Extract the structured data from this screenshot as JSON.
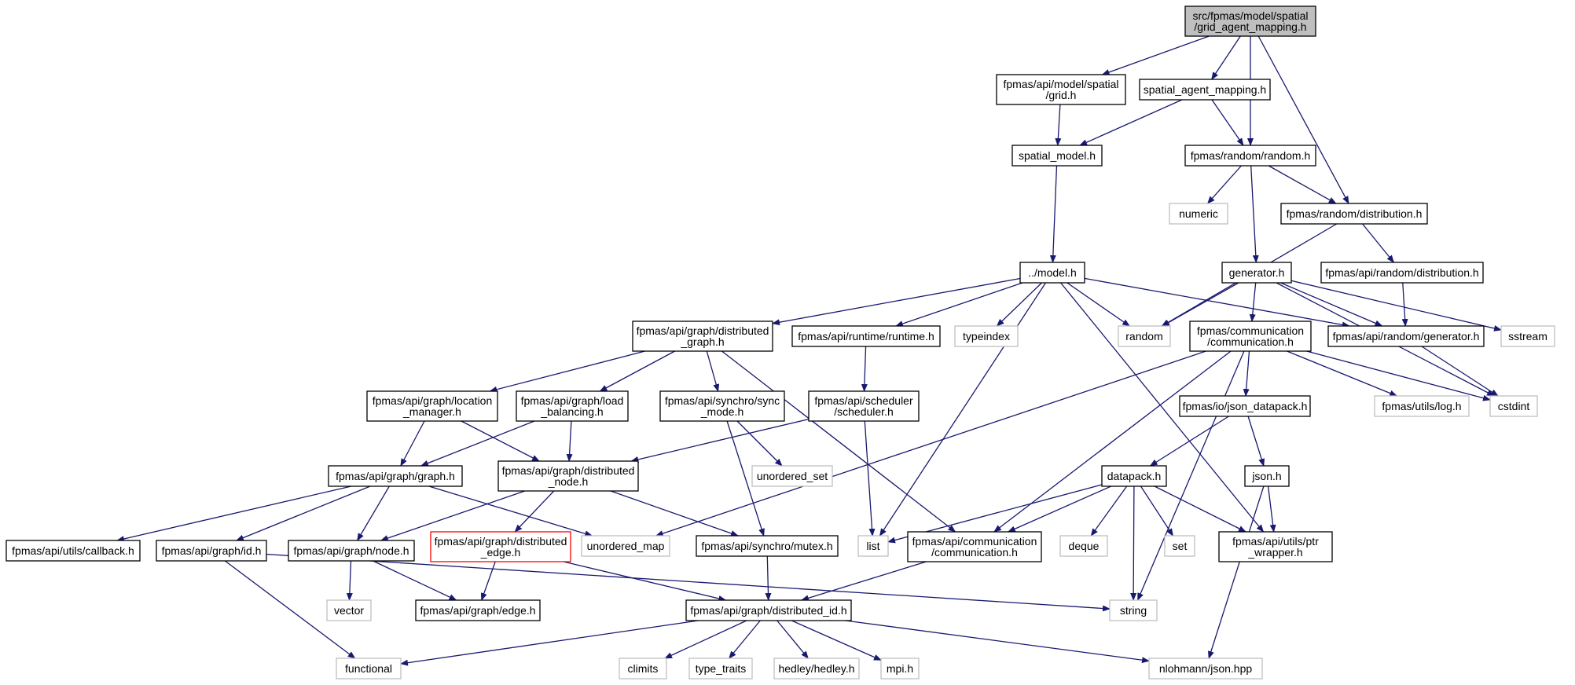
{
  "colors": {
    "edge": "#191970",
    "box_border": "#000000",
    "box_border_external": "#bfbfbf",
    "box_border_highlight": "#ff0000",
    "root_fill": "#bfbfbf",
    "text": "#000000"
  },
  "nodes": [
    {
      "id": "root",
      "lines": [
        "src/fpmas/model/spatial",
        "/grid_agent_mapping.h"
      ],
      "kind": "root"
    },
    {
      "id": "grid_h",
      "lines": [
        "fpmas/api/model/spatial",
        "/grid.h"
      ],
      "kind": "normal"
    },
    {
      "id": "spatial_agent_mapping",
      "lines": [
        "spatial_agent_mapping.h"
      ],
      "kind": "normal"
    },
    {
      "id": "spatial_model",
      "lines": [
        "spatial_model.h"
      ],
      "kind": "normal"
    },
    {
      "id": "random_random",
      "lines": [
        "fpmas/random/random.h"
      ],
      "kind": "normal"
    },
    {
      "id": "numeric",
      "lines": [
        "numeric"
      ],
      "kind": "external"
    },
    {
      "id": "random_distribution",
      "lines": [
        "fpmas/random/distribution.h"
      ],
      "kind": "normal"
    },
    {
      "id": "model_h",
      "lines": [
        "../model.h"
      ],
      "kind": "normal"
    },
    {
      "id": "generator_h",
      "lines": [
        "generator.h"
      ],
      "kind": "normal"
    },
    {
      "id": "api_random_distribution",
      "lines": [
        "fpmas/api/random/distribution.h"
      ],
      "kind": "normal"
    },
    {
      "id": "distributed_graph",
      "lines": [
        "fpmas/api/graph/distributed",
        "_graph.h"
      ],
      "kind": "normal"
    },
    {
      "id": "runtime",
      "lines": [
        "fpmas/api/runtime/runtime.h"
      ],
      "kind": "normal"
    },
    {
      "id": "typeindex",
      "lines": [
        "typeindex"
      ],
      "kind": "external"
    },
    {
      "id": "random",
      "lines": [
        "random"
      ],
      "kind": "external"
    },
    {
      "id": "communication_comm",
      "lines": [
        "fpmas/communication",
        "/communication.h"
      ],
      "kind": "normal"
    },
    {
      "id": "api_random_generator",
      "lines": [
        "fpmas/api/random/generator.h"
      ],
      "kind": "normal"
    },
    {
      "id": "sstream",
      "lines": [
        "sstream"
      ],
      "kind": "external"
    },
    {
      "id": "location_manager",
      "lines": [
        "fpmas/api/graph/location",
        "_manager.h"
      ],
      "kind": "normal"
    },
    {
      "id": "load_balancing",
      "lines": [
        "fpmas/api/graph/load",
        "_balancing.h"
      ],
      "kind": "normal"
    },
    {
      "id": "sync_mode",
      "lines": [
        "fpmas/api/synchro/sync",
        "_mode.h"
      ],
      "kind": "normal"
    },
    {
      "id": "scheduler",
      "lines": [
        "fpmas/api/scheduler",
        "/scheduler.h"
      ],
      "kind": "normal"
    },
    {
      "id": "json_datapack",
      "lines": [
        "fpmas/io/json_datapack.h"
      ],
      "kind": "normal"
    },
    {
      "id": "utils_log",
      "lines": [
        "fpmas/utils/log.h"
      ],
      "kind": "external"
    },
    {
      "id": "cstdint",
      "lines": [
        "cstdint"
      ],
      "kind": "external"
    },
    {
      "id": "graph_h",
      "lines": [
        "fpmas/api/graph/graph.h"
      ],
      "kind": "normal"
    },
    {
      "id": "distributed_node",
      "lines": [
        "fpmas/api/graph/distributed",
        "_node.h"
      ],
      "kind": "normal"
    },
    {
      "id": "unordered_set",
      "lines": [
        "unordered_set"
      ],
      "kind": "external"
    },
    {
      "id": "datapack",
      "lines": [
        "datapack.h"
      ],
      "kind": "normal"
    },
    {
      "id": "json_h",
      "lines": [
        "json.h"
      ],
      "kind": "normal"
    },
    {
      "id": "callback",
      "lines": [
        "fpmas/api/utils/callback.h"
      ],
      "kind": "normal"
    },
    {
      "id": "id_h",
      "lines": [
        "fpmas/api/graph/id.h"
      ],
      "kind": "normal"
    },
    {
      "id": "node_h",
      "lines": [
        "fpmas/api/graph/node.h"
      ],
      "kind": "normal"
    },
    {
      "id": "distributed_edge",
      "lines": [
        "fpmas/api/graph/distributed",
        "_edge.h"
      ],
      "kind": "highlight"
    },
    {
      "id": "unordered_map",
      "lines": [
        "unordered_map"
      ],
      "kind": "external"
    },
    {
      "id": "mutex",
      "lines": [
        "fpmas/api/synchro/mutex.h"
      ],
      "kind": "normal"
    },
    {
      "id": "list",
      "lines": [
        "list"
      ],
      "kind": "external"
    },
    {
      "id": "api_communication",
      "lines": [
        "fpmas/api/communication",
        "/communication.h"
      ],
      "kind": "normal"
    },
    {
      "id": "deque",
      "lines": [
        "deque"
      ],
      "kind": "external"
    },
    {
      "id": "set",
      "lines": [
        "set"
      ],
      "kind": "external"
    },
    {
      "id": "ptr_wrapper",
      "lines": [
        "fpmas/api/utils/ptr",
        "_wrapper.h"
      ],
      "kind": "normal"
    },
    {
      "id": "vector",
      "lines": [
        "vector"
      ],
      "kind": "external"
    },
    {
      "id": "edge_h",
      "lines": [
        "fpmas/api/graph/edge.h"
      ],
      "kind": "normal"
    },
    {
      "id": "string",
      "lines": [
        "string"
      ],
      "kind": "external"
    },
    {
      "id": "distributed_id",
      "lines": [
        "fpmas/api/graph/distributed_id.h"
      ],
      "kind": "normal"
    },
    {
      "id": "functional",
      "lines": [
        "functional"
      ],
      "kind": "external"
    },
    {
      "id": "climits",
      "lines": [
        "climits"
      ],
      "kind": "external"
    },
    {
      "id": "type_traits",
      "lines": [
        "type_traits"
      ],
      "kind": "external"
    },
    {
      "id": "hedley",
      "lines": [
        "hedley/hedley.h"
      ],
      "kind": "external"
    },
    {
      "id": "mpi",
      "lines": [
        "mpi.h"
      ],
      "kind": "external"
    },
    {
      "id": "nlohmann_json",
      "lines": [
        "nlohmann/json.hpp"
      ],
      "kind": "external"
    }
  ],
  "edges": [
    [
      "root",
      "grid_h"
    ],
    [
      "root",
      "spatial_agent_mapping"
    ],
    [
      "root",
      "random_random"
    ],
    [
      "root",
      "random_distribution"
    ],
    [
      "grid_h",
      "spatial_model"
    ],
    [
      "spatial_agent_mapping",
      "spatial_model"
    ],
    [
      "spatial_agent_mapping",
      "random_random"
    ],
    [
      "spatial_model",
      "model_h"
    ],
    [
      "random_random",
      "numeric"
    ],
    [
      "random_random",
      "random_distribution"
    ],
    [
      "random_random",
      "generator_h"
    ],
    [
      "random_distribution",
      "random"
    ],
    [
      "random_distribution",
      "api_random_distribution"
    ],
    [
      "api_random_distribution",
      "api_random_generator"
    ],
    [
      "model_h",
      "distributed_graph"
    ],
    [
      "model_h",
      "runtime"
    ],
    [
      "model_h",
      "typeindex"
    ],
    [
      "model_h",
      "random"
    ],
    [
      "model_h",
      "api_random_generator"
    ],
    [
      "model_h",
      "list"
    ],
    [
      "model_h",
      "ptr_wrapper"
    ],
    [
      "generator_h",
      "random"
    ],
    [
      "generator_h",
      "communication_comm"
    ],
    [
      "generator_h",
      "api_random_generator"
    ],
    [
      "generator_h",
      "sstream"
    ],
    [
      "generator_h",
      "cstdint"
    ],
    [
      "api_random_generator",
      "cstdint"
    ],
    [
      "communication_comm",
      "unordered_map"
    ],
    [
      "communication_comm",
      "api_communication"
    ],
    [
      "communication_comm",
      "json_datapack"
    ],
    [
      "communication_comm",
      "utils_log"
    ],
    [
      "communication_comm",
      "cstdint"
    ],
    [
      "communication_comm",
      "string"
    ],
    [
      "distributed_graph",
      "location_manager"
    ],
    [
      "distributed_graph",
      "load_balancing"
    ],
    [
      "distributed_graph",
      "sync_mode"
    ],
    [
      "distributed_graph",
      "api_communication"
    ],
    [
      "runtime",
      "scheduler"
    ],
    [
      "location_manager",
      "graph_h"
    ],
    [
      "location_manager",
      "distributed_node"
    ],
    [
      "load_balancing",
      "graph_h"
    ],
    [
      "load_balancing",
      "distributed_node"
    ],
    [
      "sync_mode",
      "unordered_set"
    ],
    [
      "sync_mode",
      "mutex"
    ],
    [
      "scheduler",
      "distributed_node"
    ],
    [
      "scheduler",
      "list"
    ],
    [
      "json_datapack",
      "datapack"
    ],
    [
      "json_datapack",
      "json_h"
    ],
    [
      "graph_h",
      "callback"
    ],
    [
      "graph_h",
      "id_h"
    ],
    [
      "graph_h",
      "node_h"
    ],
    [
      "graph_h",
      "unordered_map"
    ],
    [
      "distributed_node",
      "node_h"
    ],
    [
      "distributed_node",
      "distributed_edge"
    ],
    [
      "distributed_node",
      "mutex"
    ],
    [
      "datapack",
      "list"
    ],
    [
      "datapack",
      "api_communication"
    ],
    [
      "datapack",
      "deque"
    ],
    [
      "datapack",
      "set"
    ],
    [
      "datapack",
      "ptr_wrapper"
    ],
    [
      "datapack",
      "string"
    ],
    [
      "json_h",
      "ptr_wrapper"
    ],
    [
      "json_h",
      "nlohmann_json"
    ],
    [
      "id_h",
      "functional"
    ],
    [
      "id_h",
      "string"
    ],
    [
      "node_h",
      "vector"
    ],
    [
      "node_h",
      "edge_h"
    ],
    [
      "distributed_edge",
      "edge_h"
    ],
    [
      "distributed_edge",
      "distributed_id"
    ],
    [
      "mutex",
      "distributed_id"
    ],
    [
      "api_communication",
      "distributed_id"
    ],
    [
      "distributed_id",
      "functional"
    ],
    [
      "distributed_id",
      "climits"
    ],
    [
      "distributed_id",
      "type_traits"
    ],
    [
      "distributed_id",
      "hedley"
    ],
    [
      "distributed_id",
      "mpi"
    ],
    [
      "distributed_id",
      "nlohmann_json"
    ]
  ]
}
